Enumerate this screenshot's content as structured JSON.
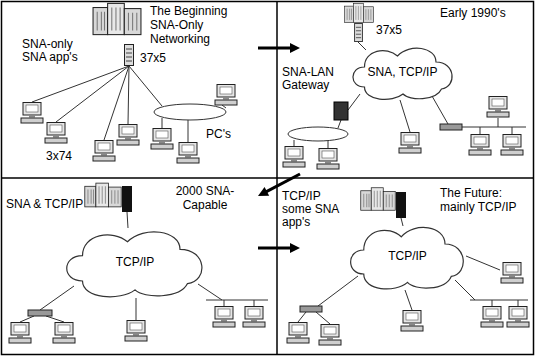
{
  "diagram": {
    "nodes": [
      {
        "text": [
          "The Beginning SNA-Only Networking"
        ]
      },
      {
        "text": [
          "Early 1990's"
        ]
      },
      {
        "text": [
          "2000 SNA-Capable"
        ]
      },
      {
        "text": [
          "The Future: mainly TCP/IP"
        ]
      },
      {
        "text": [
          "SNA, TCP/IP"
        ],
        "in": 1
      },
      {
        "text": [
          "TCP/IP"
        ],
        "in": 2
      },
      {
        "text": [
          "TCP/IP"
        ],
        "in": 3
      }
    ],
    "edges": [
      {
        "from": 0,
        "to": 1,
        "arrow": "to"
      },
      {
        "from": 1,
        "to": 2,
        "arrow": "to"
      },
      {
        "from": 2,
        "to": 3,
        "arrow": "to"
      }
    ],
    "labels": [
      "SNA-only SNA app's",
      "37x5",
      "3x74",
      "PC's",
      "37x5",
      "SNA-LAN Gateway",
      "SNA & TCP/IP",
      "TCP/IP some SNA app's"
    ]
  }
}
